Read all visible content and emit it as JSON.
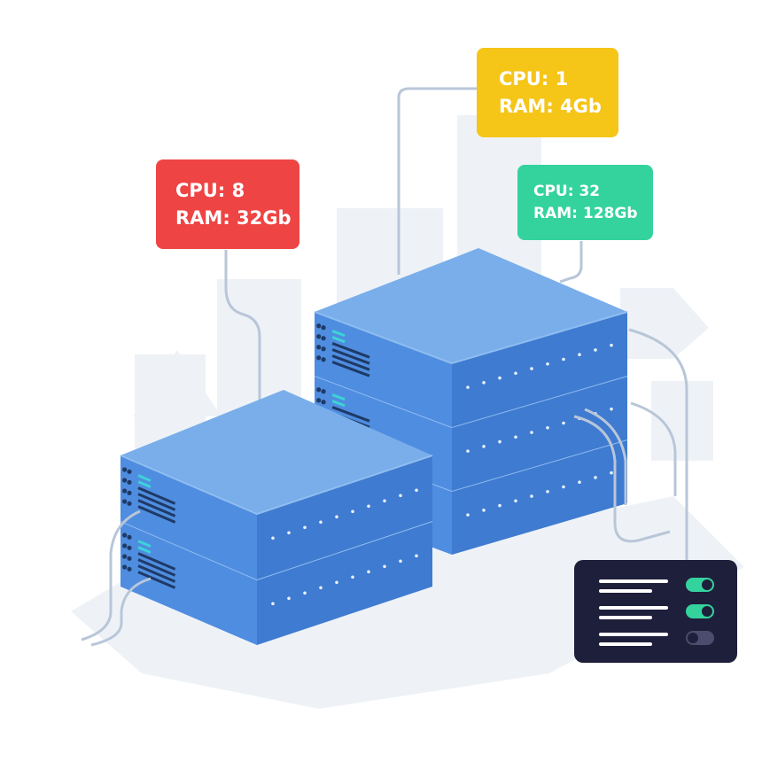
{
  "labels": {
    "red": {
      "cpu": "CPU: 8",
      "ram": "RAM: 32Gb",
      "bg": "#ef4444",
      "text": "#ffffff"
    },
    "yellow": {
      "cpu": "CPU: 1",
      "ram": "RAM: 4Gb",
      "bg": "#f5c518",
      "text": "#ffffff"
    },
    "green": {
      "cpu": "CPU: 32",
      "ram": "RAM: 128Gb",
      "bg": "#34d39e",
      "text": "#ffffff"
    }
  },
  "control_panel": {
    "bg": "#1e1f3a",
    "toggles": [
      {
        "state": "on",
        "color": "#34d39e"
      },
      {
        "state": "on",
        "color": "#34d39e"
      },
      {
        "state": "off",
        "color": "#4b4d6e"
      }
    ]
  },
  "colors": {
    "server_top": "#79aeea",
    "server_front": "#4f8de0",
    "server_side": "#3f7bd0",
    "vent": "#1e3a66",
    "led": "#3dd2d8",
    "cable": "#b8c6d8",
    "background_shape": "#eef2f7"
  },
  "icons": [
    "server-icon",
    "toggle-switch-icon",
    "cable-icon"
  ]
}
